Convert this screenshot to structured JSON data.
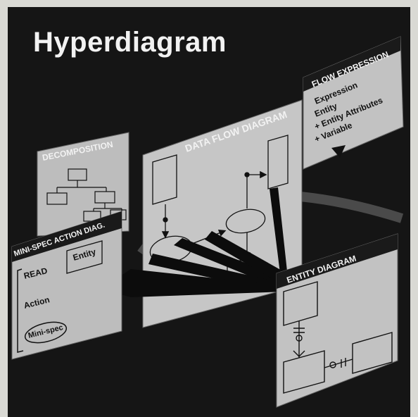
{
  "slide": {
    "title": "Hyperdiagram",
    "colors": {
      "background": "#151515",
      "panel": "#bdbdbd",
      "ink": "#111111",
      "title": "#f2f2f2"
    }
  },
  "panels": {
    "decomposition": {
      "title": "DECOMPOSITION"
    },
    "data_flow": {
      "title": "DATA FLOW DIAGRAM"
    },
    "flow_expression": {
      "title": "FLOW EXPRESSION",
      "lines": [
        "Expression",
        "Entity",
        "+ Entity Attributes",
        "+ Variable"
      ]
    },
    "mini_spec": {
      "title": "MINI-SPEC ACTION DIAG.",
      "entity": "Entity",
      "read": "READ",
      "action": "Action",
      "minispec": "Mini-spec"
    },
    "entity_diagram": {
      "title": "ENTITY DIAGRAM"
    }
  }
}
